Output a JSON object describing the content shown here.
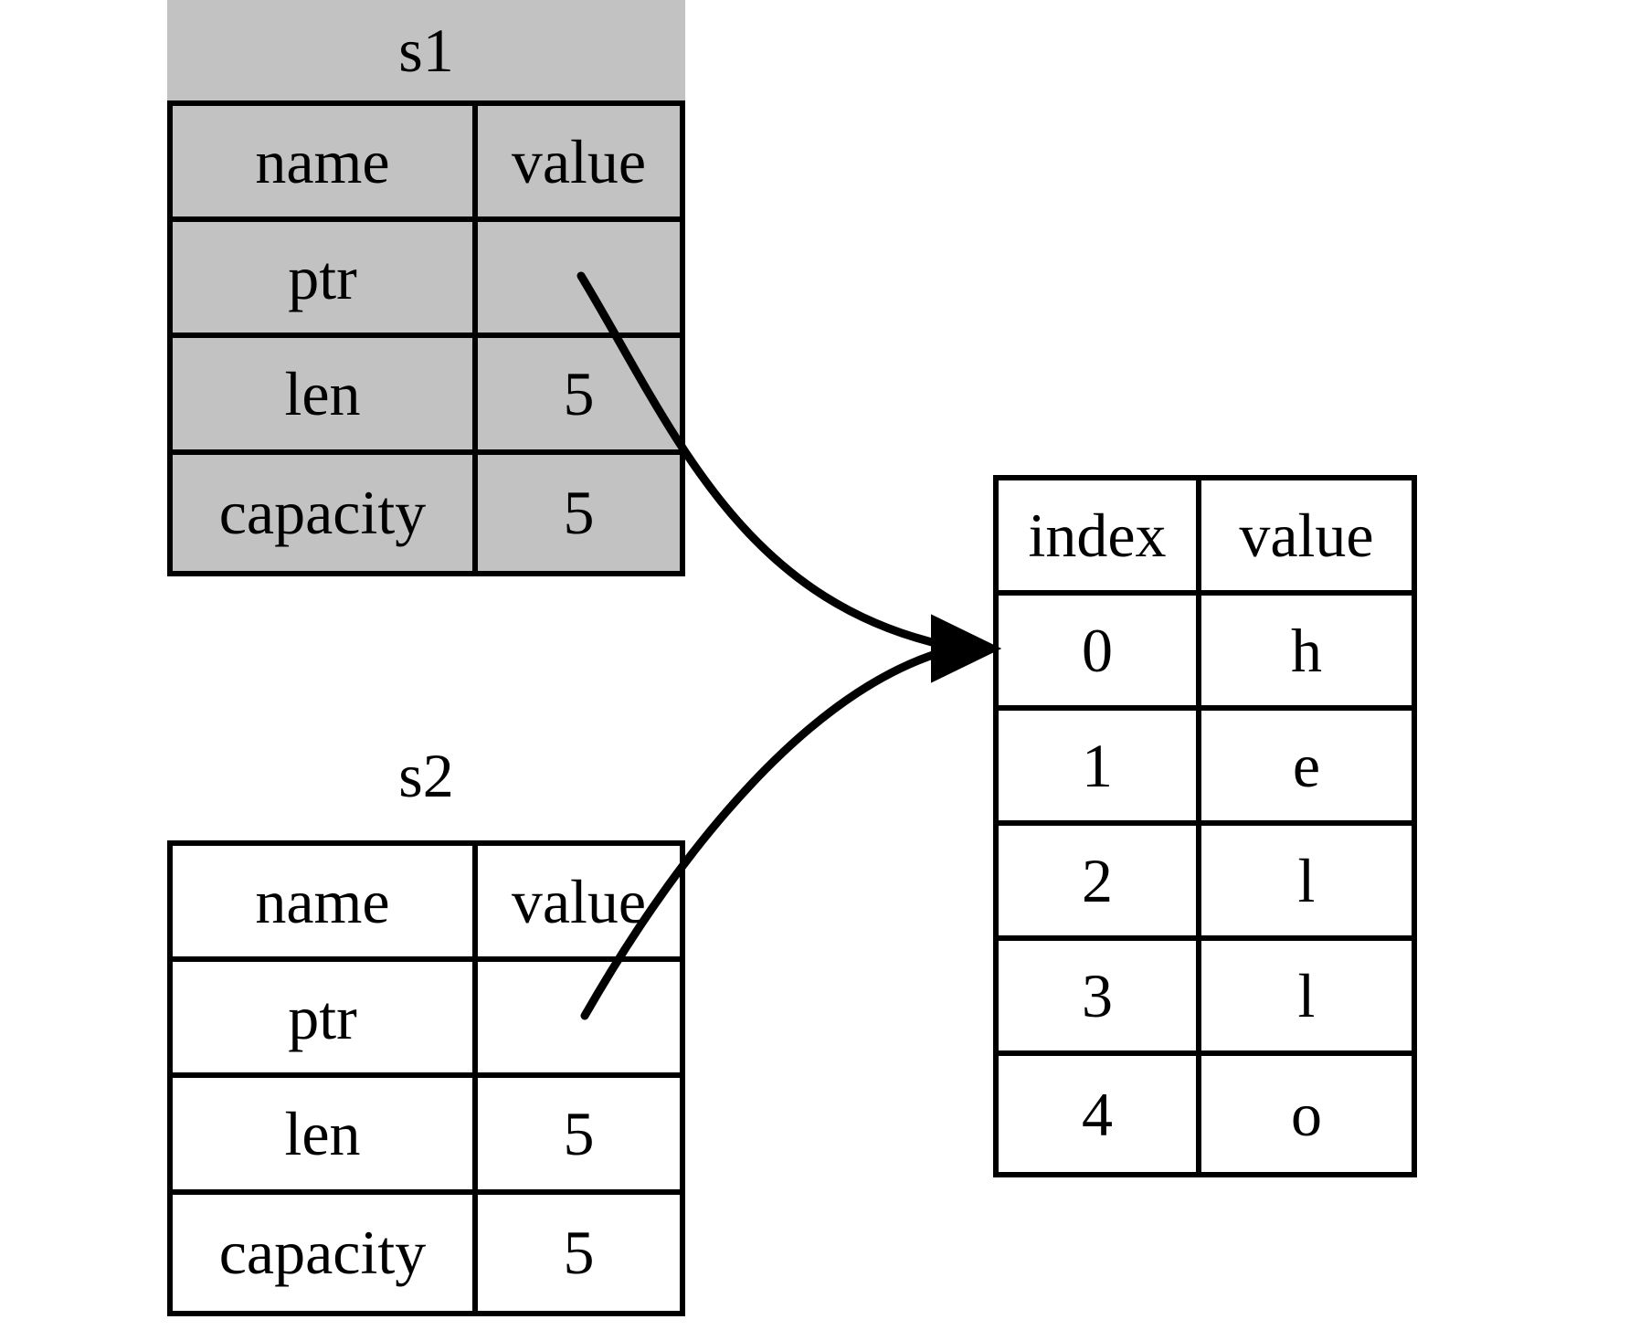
{
  "colors": {
    "background": "#ffffff",
    "s1_fill": "#c2c2c2",
    "s2_fill": "#ffffff",
    "heap_fill": "#ffffff",
    "line": "#000000"
  },
  "s1": {
    "title": "s1",
    "columns": [
      "name",
      "value"
    ],
    "rows": [
      {
        "name": "ptr",
        "value": ""
      },
      {
        "name": "len",
        "value": "5"
      },
      {
        "name": "capacity",
        "value": "5"
      }
    ]
  },
  "s2": {
    "title": "s2",
    "columns": [
      "name",
      "value"
    ],
    "rows": [
      {
        "name": "ptr",
        "value": ""
      },
      {
        "name": "len",
        "value": "5"
      },
      {
        "name": "capacity",
        "value": "5"
      }
    ]
  },
  "heap": {
    "columns": [
      "index",
      "value"
    ],
    "rows": [
      {
        "index": "0",
        "value": "h"
      },
      {
        "index": "1",
        "value": "e"
      },
      {
        "index": "2",
        "value": "l"
      },
      {
        "index": "3",
        "value": "l"
      },
      {
        "index": "4",
        "value": "o"
      }
    ]
  },
  "arrows": [
    {
      "from": "s1.ptr",
      "to": "heap.row-0"
    },
    {
      "from": "s2.ptr",
      "to": "heap.row-0"
    }
  ]
}
